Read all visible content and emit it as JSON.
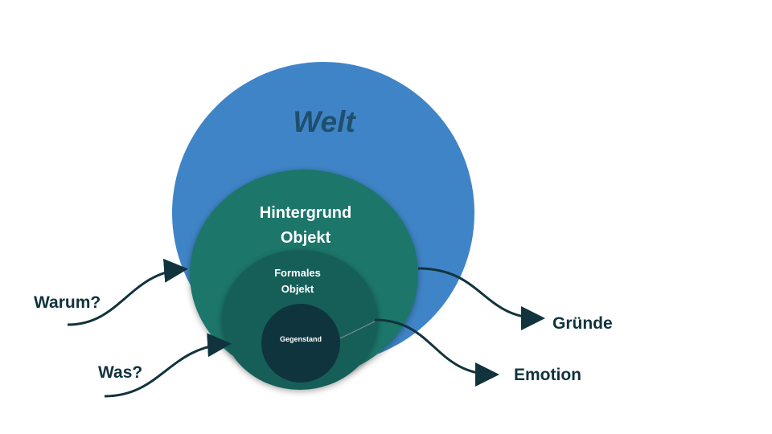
{
  "diagram": {
    "circles": {
      "welt": {
        "label": "Welt",
        "color": "#3f84c6",
        "text_color": "#1f4f6e"
      },
      "hintergrund": {
        "label_line1": "Hintergrund",
        "label_line2": "Objekt",
        "color": "#1d766b",
        "text_color": "#ffffff"
      },
      "formales": {
        "label_line1": "Formales",
        "label_line2": "Objekt",
        "color": "#195e58",
        "text_color": "#ffffff"
      },
      "gegenstand": {
        "label": "Gegenstand",
        "color": "#0f343d",
        "text_color": "#ffffff"
      }
    },
    "inputs": {
      "warum": "Warum?",
      "was": "Was?"
    },
    "outputs": {
      "gruende": "Gründe",
      "emotion": "Emotion"
    },
    "arrow_color": "#11333d"
  }
}
